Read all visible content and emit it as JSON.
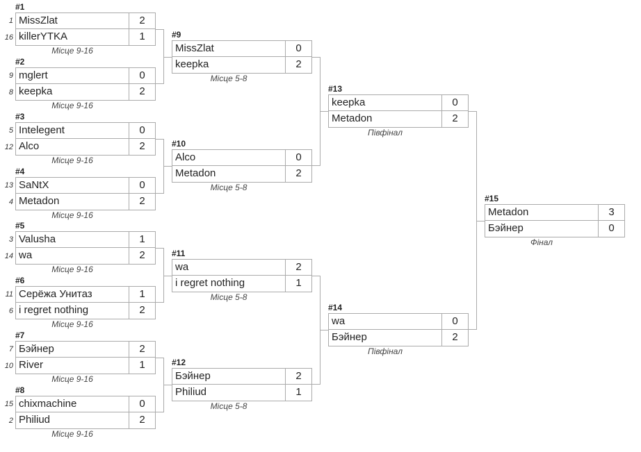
{
  "matches": [
    {
      "num": "#1",
      "label": "Місце 9-16",
      "players": [
        {
          "seed": "1",
          "name": "MissZlat",
          "score": "2"
        },
        {
          "seed": "16",
          "name": "killerYTKA",
          "score": "1"
        }
      ]
    },
    {
      "num": "#2",
      "label": "Місце 9-16",
      "players": [
        {
          "seed": "9",
          "name": "mglert",
          "score": "0"
        },
        {
          "seed": "8",
          "name": "keepka",
          "score": "2"
        }
      ]
    },
    {
      "num": "#3",
      "label": "Місце 9-16",
      "players": [
        {
          "seed": "5",
          "name": "Intelegent",
          "score": "0"
        },
        {
          "seed": "12",
          "name": "Alco",
          "score": "2"
        }
      ]
    },
    {
      "num": "#4",
      "label": "Місце 9-16",
      "players": [
        {
          "seed": "13",
          "name": "SaNtX",
          "score": "0"
        },
        {
          "seed": "4",
          "name": "Metadon",
          "score": "2"
        }
      ]
    },
    {
      "num": "#5",
      "label": "Місце 9-16",
      "players": [
        {
          "seed": "3",
          "name": "Valusha",
          "score": "1"
        },
        {
          "seed": "14",
          "name": "wa",
          "score": "2"
        }
      ]
    },
    {
      "num": "#6",
      "label": "Місце 9-16",
      "players": [
        {
          "seed": "11",
          "name": "Серёжа Унитаз",
          "score": "1"
        },
        {
          "seed": "6",
          "name": "i regret nothing",
          "score": "2"
        }
      ]
    },
    {
      "num": "#7",
      "label": "Місце 9-16",
      "players": [
        {
          "seed": "7",
          "name": "Бэйнер",
          "score": "2"
        },
        {
          "seed": "10",
          "name": "River",
          "score": "1"
        }
      ]
    },
    {
      "num": "#8",
      "label": "Місце 9-16",
      "players": [
        {
          "seed": "15",
          "name": "chixmachine",
          "score": "0"
        },
        {
          "seed": "2",
          "name": "Philiud",
          "score": "2"
        }
      ]
    },
    {
      "num": "#9",
      "label": "Місце 5-8",
      "players": [
        {
          "seed": "",
          "name": "MissZlat",
          "score": "0"
        },
        {
          "seed": "",
          "name": "keepka",
          "score": "2"
        }
      ]
    },
    {
      "num": "#10",
      "label": "Місце 5-8",
      "players": [
        {
          "seed": "",
          "name": "Alco",
          "score": "0"
        },
        {
          "seed": "",
          "name": "Metadon",
          "score": "2"
        }
      ]
    },
    {
      "num": "#11",
      "label": "Місце 5-8",
      "players": [
        {
          "seed": "",
          "name": "wa",
          "score": "2"
        },
        {
          "seed": "",
          "name": "i regret nothing",
          "score": "1"
        }
      ]
    },
    {
      "num": "#12",
      "label": "Місце 5-8",
      "players": [
        {
          "seed": "",
          "name": "Бэйнер",
          "score": "2"
        },
        {
          "seed": "",
          "name": "Philiud",
          "score": "1"
        }
      ]
    },
    {
      "num": "#13",
      "label": "Півфінал",
      "players": [
        {
          "seed": "",
          "name": "keepka",
          "score": "0"
        },
        {
          "seed": "",
          "name": "Metadon",
          "score": "2"
        }
      ]
    },
    {
      "num": "#14",
      "label": "Півфінал",
      "players": [
        {
          "seed": "",
          "name": "wa",
          "score": "0"
        },
        {
          "seed": "",
          "name": "Бэйнер",
          "score": "2"
        }
      ]
    },
    {
      "num": "#15",
      "label": "Фінал",
      "players": [
        {
          "seed": "",
          "name": "Metadon",
          "score": "3"
        },
        {
          "seed": "",
          "name": "Бэйнер",
          "score": "0"
        }
      ]
    }
  ]
}
